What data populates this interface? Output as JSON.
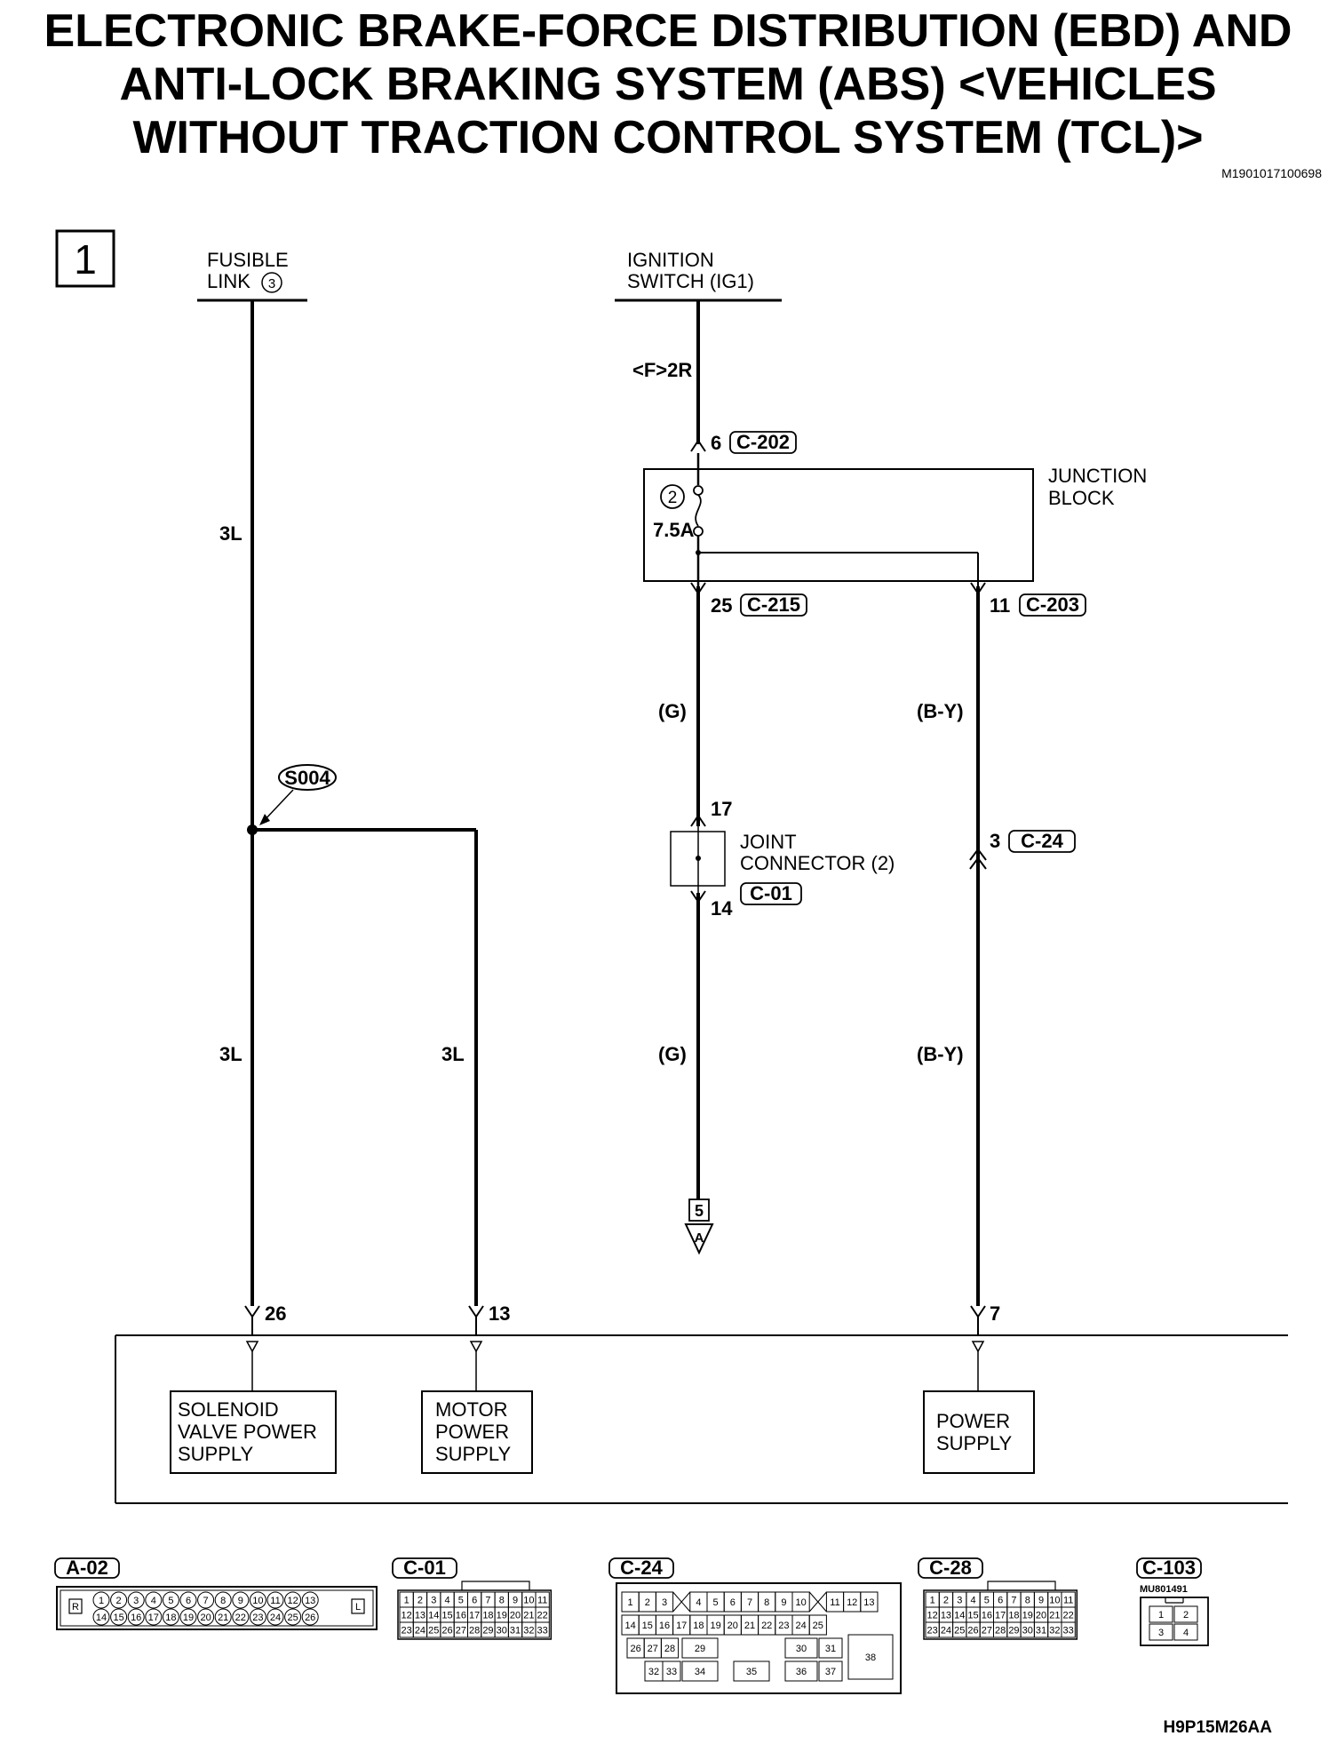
{
  "title": {
    "line1": "ELECTRONIC BRAKE-FORCE DISTRIBUTION (EBD) AND",
    "line2": "ANTI-LOCK BRAKING SYSTEM (ABS) <VEHICLES",
    "line3": "WITHOUT TRACTION CONTROL SYSTEM (TCL)>",
    "doc_code": "M1901017100698"
  },
  "page_badge": "1",
  "sources": {
    "fusible_link": {
      "line1": "FUSIBLE",
      "line2": "LINK",
      "number": "3"
    },
    "ignition_switch": {
      "line1": "IGNITION",
      "line2": "SWITCH (IG1)"
    }
  },
  "wires": {
    "fuse_3l_a": "3L",
    "fuse_3l_b": "3L",
    "fuse_3l_c": "3L",
    "ign_code": "<F>2R",
    "green_a": "(G)",
    "green_b": "(G)",
    "by_a": "(B-Y)",
    "by_b": "(B-Y)"
  },
  "splice": "S004",
  "junction_block": {
    "label_line1": "JUNCTION",
    "label_line2": "BLOCK",
    "fuse_number": "2",
    "fuse_rating": "7.5A",
    "in_pin": "6",
    "in_conn": "C-202",
    "out1_pin": "25",
    "out1_conn": "C-215",
    "out2_pin": "11",
    "out2_conn": "C-203"
  },
  "joint_connector": {
    "label_line1": "JOINT",
    "label_line2": "CONNECTOR (2)",
    "pin_in": "17",
    "pin_out": "14",
    "conn": "C-01"
  },
  "inline_connector": {
    "pin": "3",
    "conn": "C-24"
  },
  "continuation": {
    "page": "5",
    "letter": "A"
  },
  "ecu": {
    "pins": {
      "solenoid": "26",
      "motor": "13",
      "power": "7"
    },
    "blocks": {
      "solenoid": {
        "line1": "SOLENOID",
        "line2": "VALVE POWER",
        "line3": "SUPPLY"
      },
      "motor": {
        "line1": "MOTOR",
        "line2": "POWER",
        "line3": "SUPPLY"
      },
      "power": {
        "line1": "POWER",
        "line2": "SUPPLY"
      }
    }
  },
  "connector_views": {
    "a02": {
      "label": "A-02",
      "left_marker": "R",
      "right_marker": "L",
      "top_pins": [
        "1",
        "2",
        "3",
        "4",
        "5",
        "6",
        "7",
        "8",
        "9",
        "10",
        "11",
        "12",
        "13"
      ],
      "bottom_pins": [
        "14",
        "15",
        "16",
        "17",
        "18",
        "19",
        "20",
        "21",
        "22",
        "23",
        "24",
        "25",
        "26"
      ]
    },
    "c01": {
      "label": "C-01",
      "rows": [
        [
          "1",
          "2",
          "3",
          "4",
          "5",
          "6",
          "7",
          "8",
          "9",
          "10",
          "11"
        ],
        [
          "12",
          "13",
          "14",
          "15",
          "16",
          "17",
          "18",
          "19",
          "20",
          "21",
          "22"
        ],
        [
          "23",
          "24",
          "25",
          "26",
          "27",
          "28",
          "29",
          "30",
          "31",
          "32",
          "33"
        ]
      ]
    },
    "c24": {
      "label": "C-24",
      "row1": [
        "1",
        "2",
        "3",
        "",
        "4",
        "5",
        "6",
        "7",
        "8",
        "9",
        "10",
        "",
        "11",
        "12",
        "13"
      ],
      "row2": [
        "14",
        "15",
        "16",
        "17",
        "18",
        "19",
        "20",
        "21",
        "22",
        "23",
        "24",
        "25"
      ],
      "row3a": [
        "26",
        "27",
        "28"
      ],
      "big_pins": [
        "29",
        "30",
        "31",
        "32",
        "33",
        "34",
        "35",
        "36",
        "37",
        "38"
      ]
    },
    "c28": {
      "label": "C-28",
      "rows": [
        [
          "1",
          "2",
          "3",
          "4",
          "5",
          "6",
          "7",
          "8",
          "9",
          "10",
          "11"
        ],
        [
          "12",
          "13",
          "14",
          "15",
          "16",
          "17",
          "18",
          "19",
          "20",
          "21",
          "22"
        ],
        [
          "23",
          "24",
          "25",
          "26",
          "27",
          "28",
          "29",
          "30",
          "31",
          "32",
          "33"
        ]
      ]
    },
    "c103": {
      "label": "C-103",
      "part_number": "MU801491",
      "pins": [
        "1",
        "2",
        "3",
        "4"
      ]
    }
  },
  "footer_code": "H9P15M26AA"
}
